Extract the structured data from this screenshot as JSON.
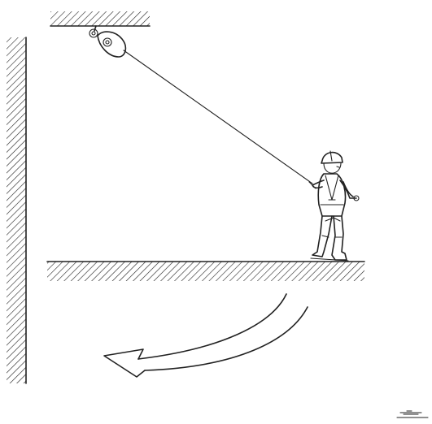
{
  "diagram": {
    "description_free": true,
    "components": [
      "ceiling-hatch",
      "wall-hatch",
      "floor-hatch",
      "retractable-fall-arrester",
      "lifeline-cable",
      "worker-figure",
      "swing-direction-arrow",
      "corner-mark"
    ],
    "colors": {
      "ink": "#222222",
      "background": "#ffffff"
    },
    "icons": {
      "fall_arrester": "pulley-block-icon",
      "worker": "worker-with-helmet-and-harness-icon",
      "arrow": "curved-arrow-left-icon"
    }
  }
}
